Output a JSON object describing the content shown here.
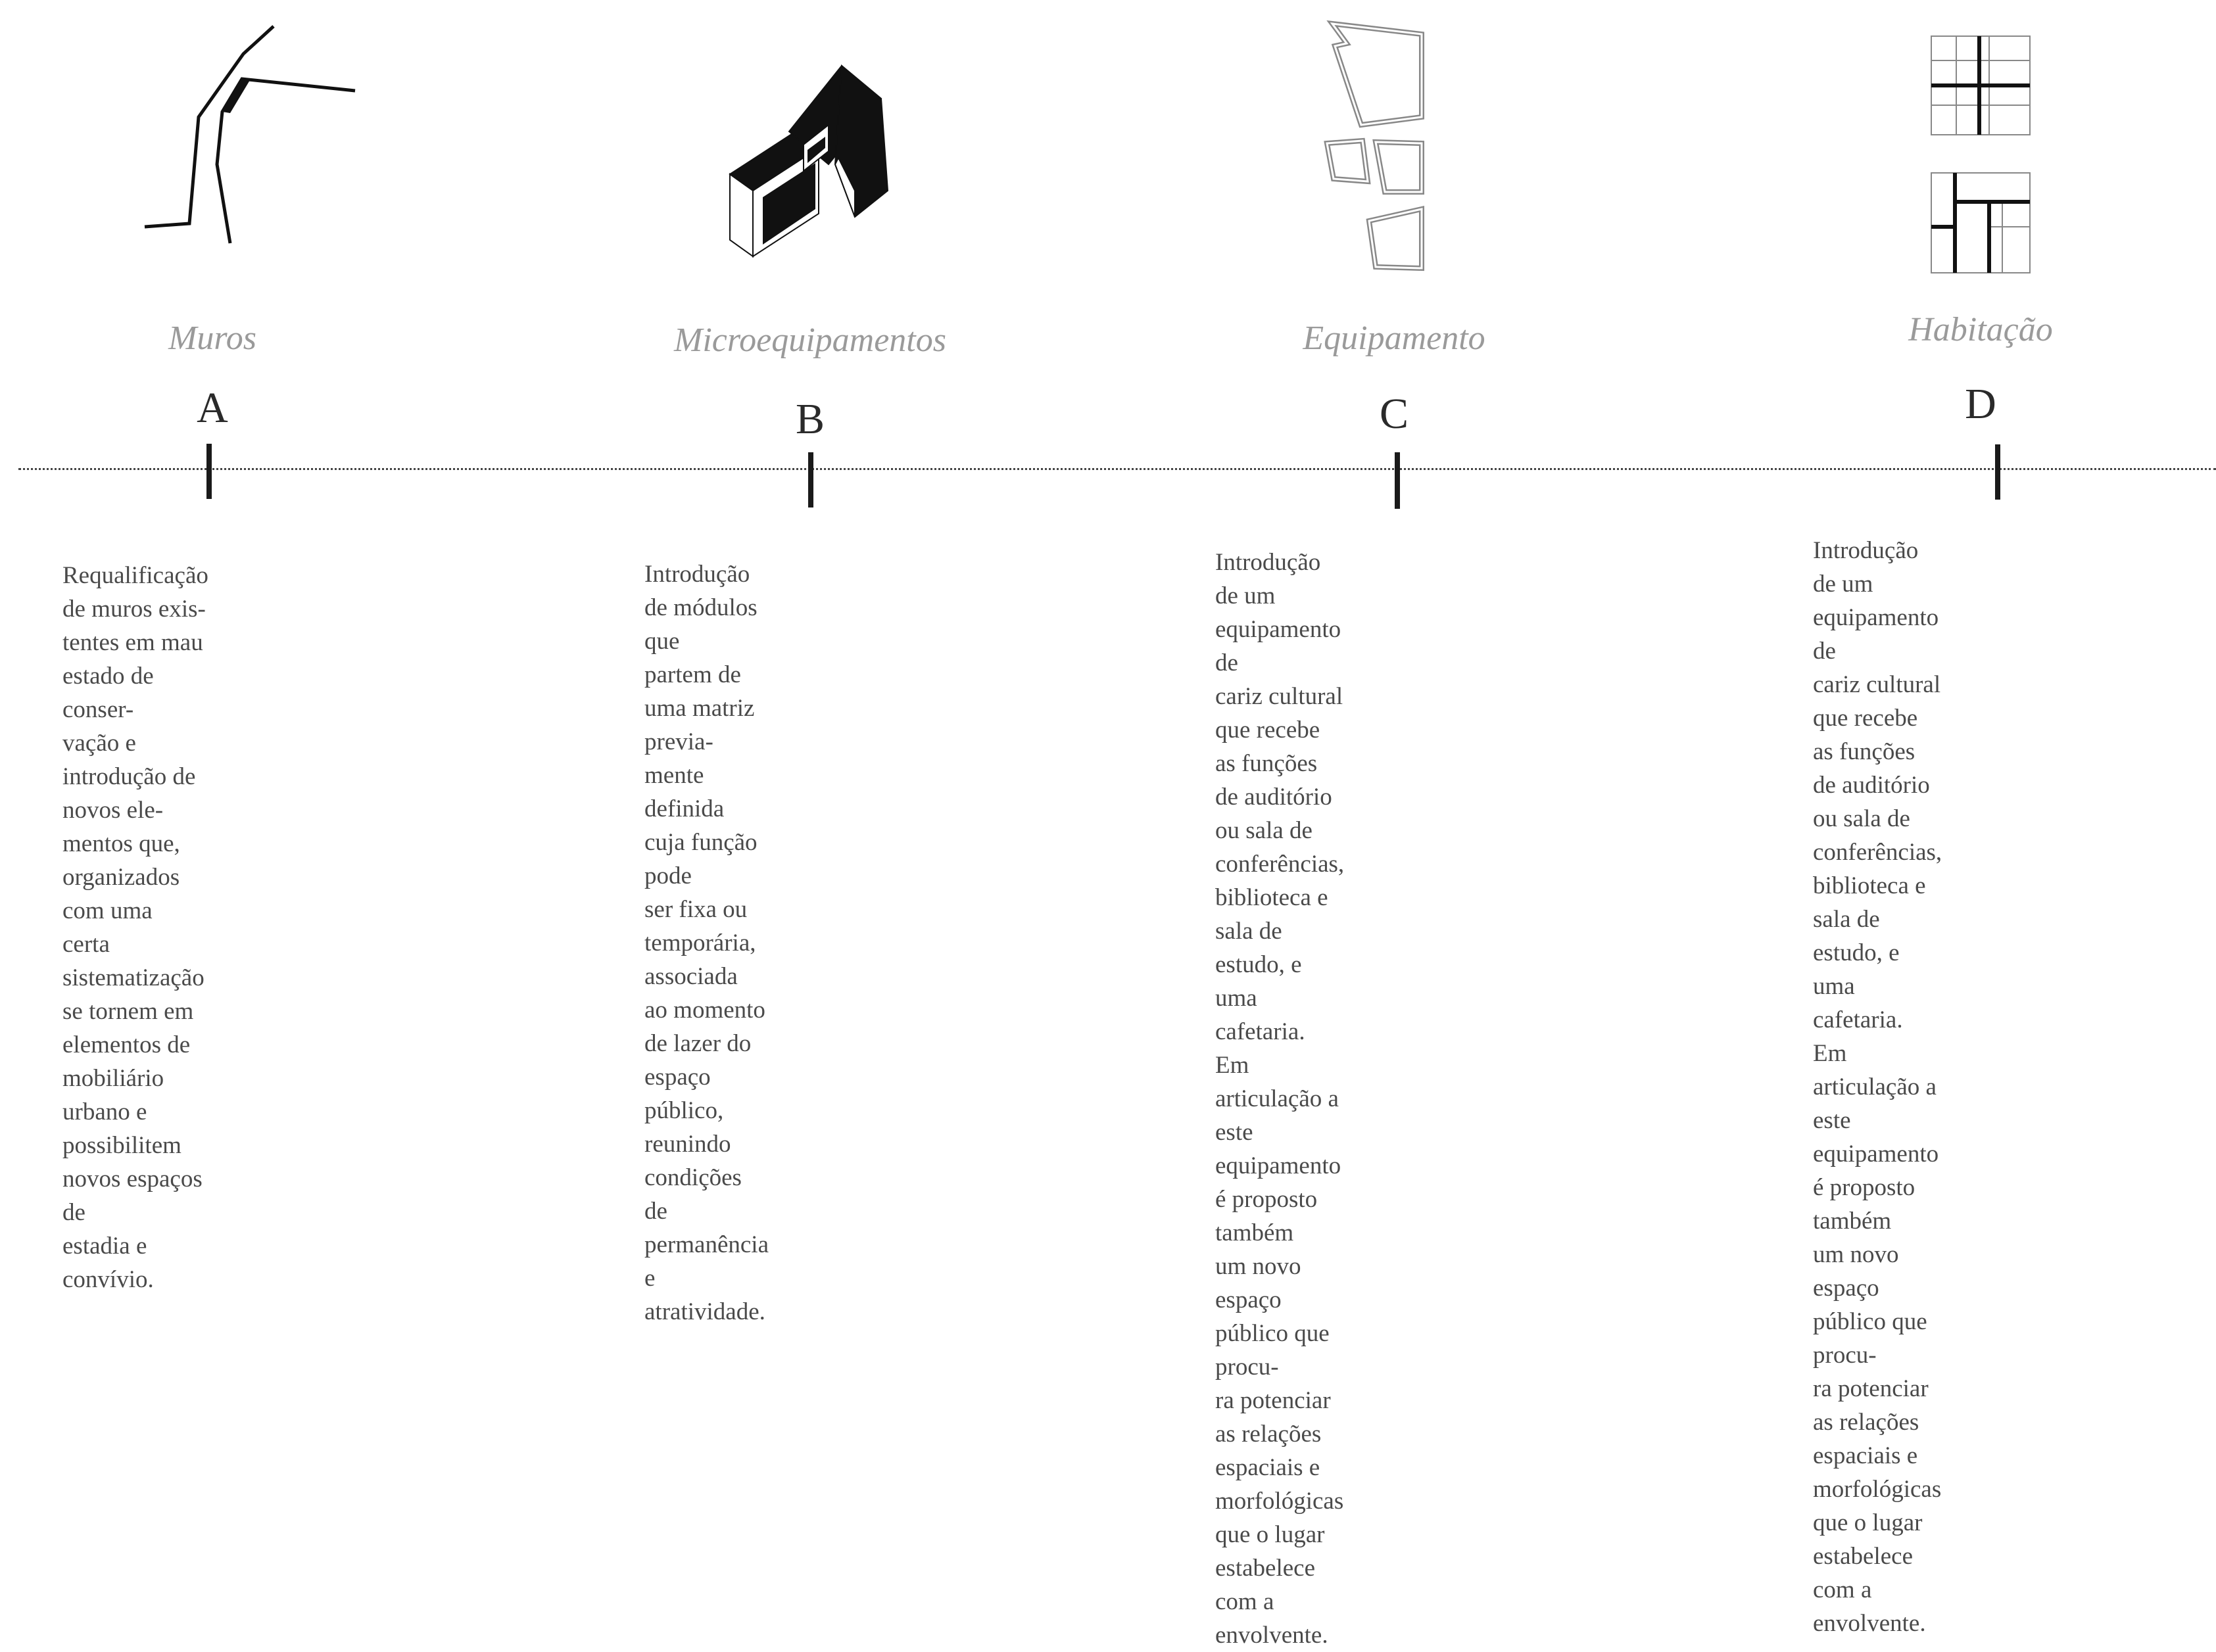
{
  "phases": [
    {
      "title": "Muros",
      "letter": "A",
      "icon": "walls-line-icon",
      "description": "Requalificação de muros exis-\ntentes em mau estado de conser-\nvação e introdução de novos ele-\nmentos que, organizados com uma\ncerta sistematização se tornem em\nelementos de mobiliário urbano e\npossibilitem novos espaços de\nestadia e convívio."
    },
    {
      "title": "Microequipamentos",
      "letter": "B",
      "icon": "modular-blocks-icon",
      "description": "Introdução de módulos que\npartem de uma matriz previa-\nmente definida cuja função pode\nser fixa ou temporária, associada\nao momento de lazer do espaço\npúblico, reunindo condições de\npermanência e atratividade."
    },
    {
      "title": "Equipamento",
      "letter": "C",
      "icon": "building-footprints-icon",
      "description": "Introdução de um equipamento de\ncariz cultural que recebe as funções\nde auditório ou sala de conferências,\nbiblioteca e sala de estudo, e uma\ncafetaria. Em articulação a este\nequipamento é proposto também\num novo espaço público que procu-\nra potenciar as relações espaciais e\nmorfológicas  que o lugar estabelece\ncom a envolvente."
    },
    {
      "title": "Habitação",
      "letter": "D",
      "icon": "housing-grid-icon",
      "description": "Introdução de um equipamento de\ncariz cultural que recebe as funções\nde auditório ou sala de conferências,\nbiblioteca e sala de estudo, e uma\ncafetaria. Em articulação a este\nequipamento é proposto também\num novo espaço público que procu-\nra potenciar as relações espaciais e\nmorfológicas  que o lugar estabelece\ncom a envolvente."
    }
  ]
}
